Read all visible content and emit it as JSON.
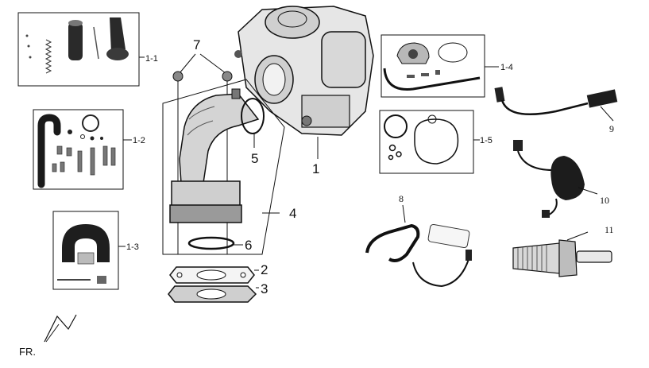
{
  "diagram": {
    "callouts": {
      "c1": "1",
      "c1_1": "1-1",
      "c1_2": "1-2",
      "c1_3": "1-3",
      "c1_4": "1-4",
      "c1_5": "1-5",
      "c2": "2",
      "c3": "3",
      "c4": "4",
      "c5": "5",
      "c6": "6",
      "c7": "7",
      "c8": "8",
      "c9": "9",
      "c10": "10",
      "c11": "11"
    },
    "direction_label": "FR."
  },
  "colors": {
    "line": "#111111",
    "part_fill": "#e6e6e6",
    "part_dark": "#2a2a2a",
    "background": "#ffffff"
  }
}
